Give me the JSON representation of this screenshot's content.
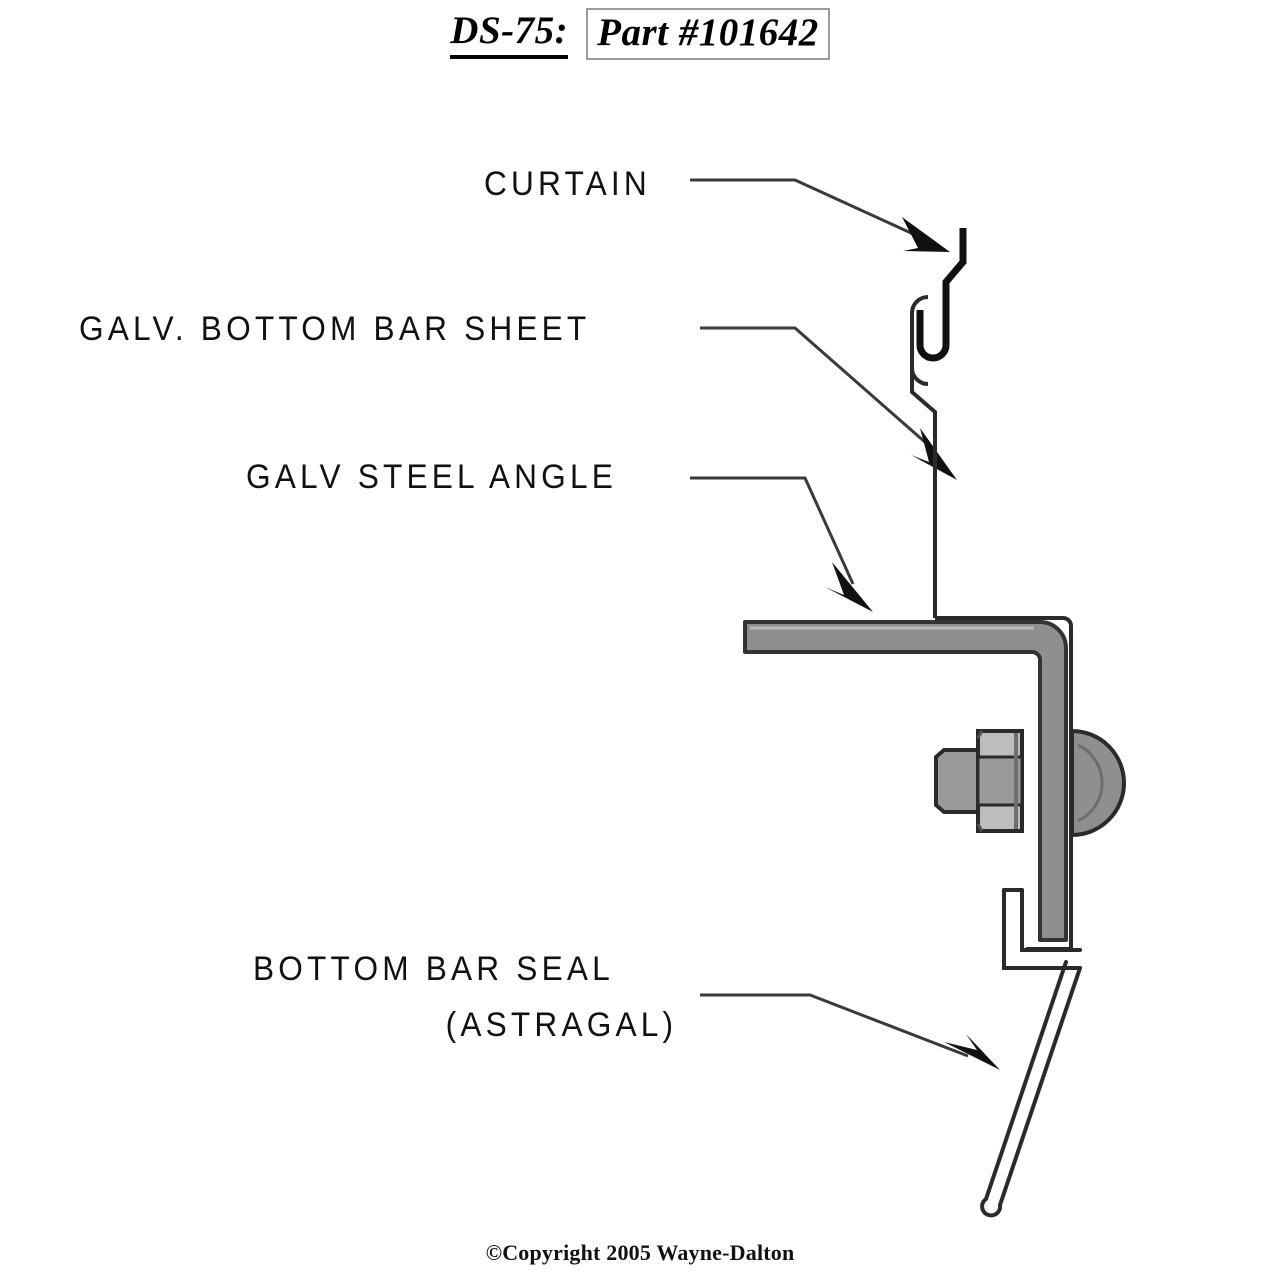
{
  "title": {
    "code": "DS-75:",
    "part": "Part #101642"
  },
  "callouts": [
    {
      "id": "curtain",
      "text": "CURTAIN"
    },
    {
      "id": "galv-bottom-bar",
      "text": "GALV. BOTTOM BAR SHEET"
    },
    {
      "id": "galv-steel-angle",
      "text": "GALV STEEL ANGLE"
    },
    {
      "id": "bottom-bar-seal-1",
      "text": "BOTTOM BAR SEAL"
    },
    {
      "id": "bottom-bar-seal-2",
      "text": "(ASTRAGAL)"
    }
  ],
  "footer": {
    "copyright": "©Copyright 2005 Wayne-Dalton"
  },
  "colors": {
    "line": "#1a1a1a",
    "metal_fill": "#8c8c8c",
    "metal_light": "#c9c9c9",
    "metal_mid": "#9e9e9e",
    "metal_dark": "#6f6f6f",
    "background": "#ffffff",
    "title_box_border": "#9a9a9a"
  },
  "drawing": {
    "type": "cross-section",
    "parts": [
      "curtain",
      "galvanized bottom bar sheet",
      "galvanized steel angle",
      "carriage bolt with hex nut",
      "bottom bar seal (astragal)"
    ]
  }
}
